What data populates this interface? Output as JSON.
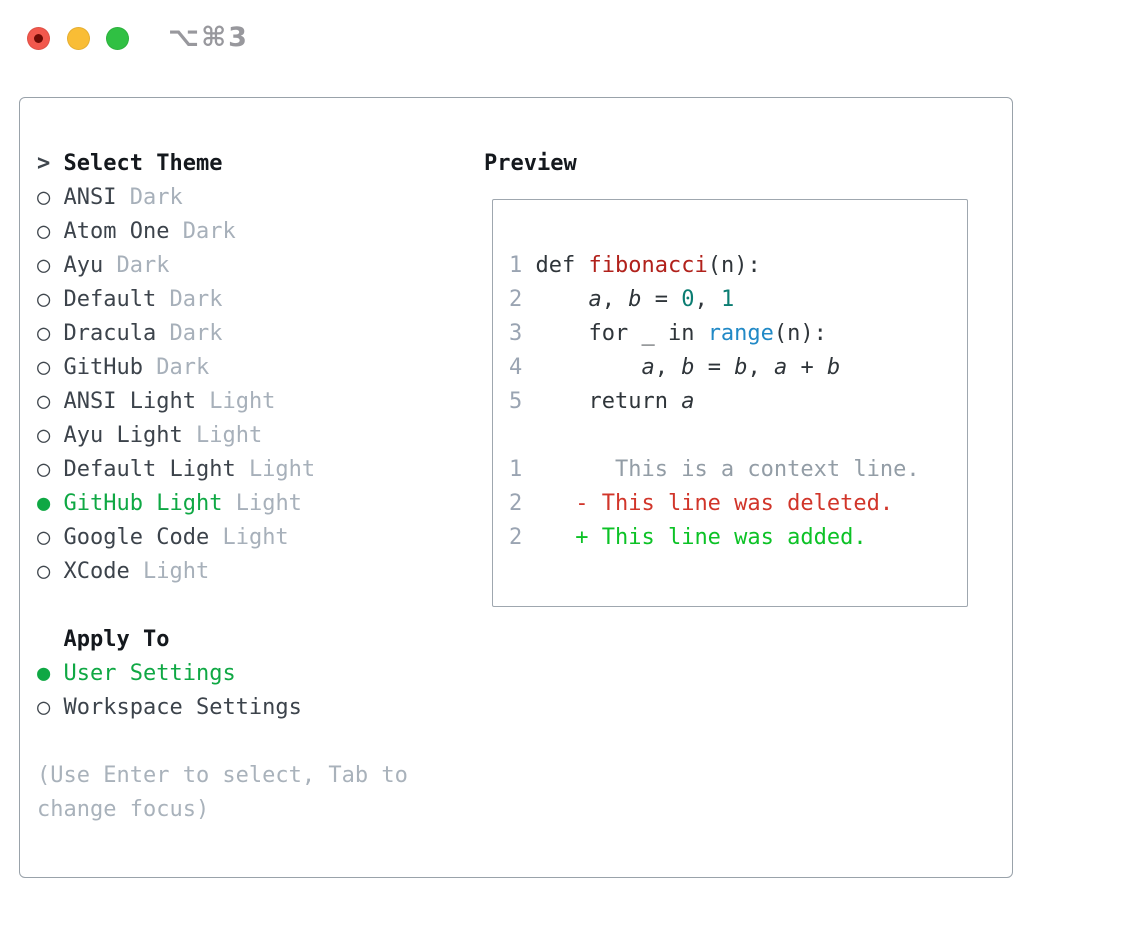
{
  "window": {
    "title": "⌥⌘3",
    "traffic_lights": {
      "close": "#f2584d",
      "close_dot": "#6e0b05",
      "minimize": "#f9bd35",
      "zoom": "#30c043"
    }
  },
  "colors": {
    "title_gray": "#98989d",
    "panel_border": "#99a2aa",
    "preview_border": "#9fa7af",
    "header_dark": "#14181d",
    "item_dark": "#3c434b",
    "ring_dark": "#3f464d",
    "tag_gray": "#a7b0ba",
    "hint_gray": "#a9b2bb",
    "accent_green": "#0fa844",
    "syntax": {
      "default": "#2f353a",
      "func": "#b1211b",
      "builtin": "#2189c6",
      "number": "#0b7d72",
      "linenum": "#9aa4b2",
      "context": "#939da6",
      "deleted": "#d1352a",
      "added": "#0cc226"
    }
  },
  "theme_list": {
    "header_marker": ">",
    "header": "Select Theme",
    "marker_selected": "●",
    "marker_unselected": "○",
    "items": [
      {
        "name": "ANSI",
        "tag": "Dark",
        "selected": false
      },
      {
        "name": "Atom One",
        "tag": "Dark",
        "selected": false
      },
      {
        "name": "Ayu",
        "tag": "Dark",
        "selected": false
      },
      {
        "name": "Default",
        "tag": "Dark",
        "selected": false
      },
      {
        "name": "Dracula",
        "tag": "Dark",
        "selected": false
      },
      {
        "name": "GitHub",
        "tag": "Dark",
        "selected": false
      },
      {
        "name": "ANSI Light",
        "tag": "Light",
        "selected": false
      },
      {
        "name": "Ayu Light",
        "tag": "Light",
        "selected": false
      },
      {
        "name": "Default Light",
        "tag": "Light",
        "selected": false
      },
      {
        "name": "GitHub Light",
        "tag": "Light",
        "selected": true
      },
      {
        "name": "Google Code",
        "tag": "Light",
        "selected": false
      },
      {
        "name": "XCode",
        "tag": "Light",
        "selected": false
      }
    ]
  },
  "apply_to": {
    "header": "Apply To",
    "items": [
      {
        "name": "User Settings",
        "selected": true
      },
      {
        "name": "Workspace Settings",
        "selected": false
      }
    ]
  },
  "hint": "(Use Enter to select, Tab to change focus)",
  "preview": {
    "title": "Preview",
    "lines": [
      {
        "num": "1",
        "tokens": [
          {
            "t": "def ",
            "c": "default"
          },
          {
            "t": "fibonacci",
            "c": "func"
          },
          {
            "t": "(n):",
            "c": "default"
          }
        ]
      },
      {
        "num": "2",
        "tokens": [
          {
            "t": "    ",
            "c": "default"
          },
          {
            "t": "a",
            "c": "default",
            "it": true
          },
          {
            "t": ", ",
            "c": "default"
          },
          {
            "t": "b",
            "c": "default",
            "it": true
          },
          {
            "t": " = ",
            "c": "default"
          },
          {
            "t": "0",
            "c": "number"
          },
          {
            "t": ", ",
            "c": "default"
          },
          {
            "t": "1",
            "c": "number"
          }
        ]
      },
      {
        "num": "3",
        "tokens": [
          {
            "t": "    for _ in ",
            "c": "default"
          },
          {
            "t": "range",
            "c": "builtin"
          },
          {
            "t": "(n):",
            "c": "default"
          }
        ]
      },
      {
        "num": "4",
        "tokens": [
          {
            "t": "        ",
            "c": "default"
          },
          {
            "t": "a",
            "c": "default",
            "it": true
          },
          {
            "t": ", ",
            "c": "default"
          },
          {
            "t": "b",
            "c": "default",
            "it": true
          },
          {
            "t": " = ",
            "c": "default"
          },
          {
            "t": "b",
            "c": "default",
            "it": true
          },
          {
            "t": ", ",
            "c": "default"
          },
          {
            "t": "a",
            "c": "default",
            "it": true
          },
          {
            "t": " + ",
            "c": "default"
          },
          {
            "t": "b",
            "c": "default",
            "it": true
          }
        ]
      },
      {
        "num": "5",
        "tokens": [
          {
            "t": "    return ",
            "c": "default"
          },
          {
            "t": "a",
            "c": "default",
            "it": true
          }
        ]
      },
      {
        "num": "",
        "tokens": []
      },
      {
        "num": "1",
        "tokens": [
          {
            "t": "      This is a context line.",
            "c": "context"
          }
        ]
      },
      {
        "num": "2",
        "tokens": [
          {
            "t": "   - This line was deleted.",
            "c": "deleted"
          }
        ]
      },
      {
        "num": "2",
        "tokens": [
          {
            "t": "   + This line was added.",
            "c": "added"
          }
        ]
      }
    ]
  }
}
